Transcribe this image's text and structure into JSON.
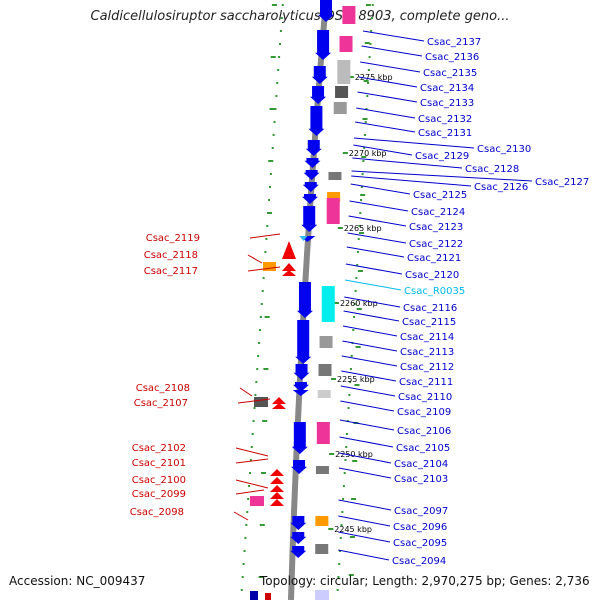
{
  "header": {
    "title": "Caldicellulosiruptor saccharolyticus DSM 8903, complete geno..."
  },
  "footer": {
    "accession": "Accession: NC_009437",
    "summary": "Topology: circular; Length: 2,970,275 bp; Genes: 2,736"
  },
  "colors": {
    "forward_label": "#0000cc",
    "reverse_label": "#cc0000",
    "rna_label": "#00bbee",
    "blue_gene": "#0000ee",
    "red_gene": "#ee0000",
    "pink_gene": "#ee3399",
    "orange_gene": "#ff9900",
    "gray_gene": "#777777",
    "cyan_gene": "#00eeee",
    "backbone": "#888888",
    "dots": "#339933"
  },
  "kbp_marks": [
    "2275 kbp",
    "2270 kbp",
    "2265 kbp",
    "2260 kbp",
    "2255 kbp",
    "2250 kbp",
    "2245 kbp"
  ],
  "right_labels": [
    "Csac_2137",
    "Csac_2136",
    "Csac_2135",
    "Csac_2134",
    "Csac_2133",
    "Csac_2132",
    "Csac_2131",
    "Csac_2130",
    "Csac_2129",
    "Csac_2128",
    "Csac_2127",
    "Csac_2126",
    "Csac_2125",
    "Csac_2124",
    "Csac_2123",
    "Csac_2122",
    "Csac_2121",
    "Csac_2120",
    "Csac_R0035",
    "Csac_2116",
    "Csac_2115",
    "Csac_2114",
    "Csac_2113",
    "Csac_2112",
    "Csac_2111",
    "Csac_2110",
    "Csac_2109",
    "Csac_2106",
    "Csac_2105",
    "Csac_2104",
    "Csac_2103",
    "Csac_2097",
    "Csac_2096",
    "Csac_2095",
    "Csac_2094"
  ],
  "left_labels": [
    "Csac_2119",
    "Csac_2118",
    "Csac_2117",
    "Csac_2108",
    "Csac_2107",
    "Csac_2102",
    "Csac_2101",
    "Csac_2100",
    "Csac_2099",
    "Csac_2098"
  ]
}
